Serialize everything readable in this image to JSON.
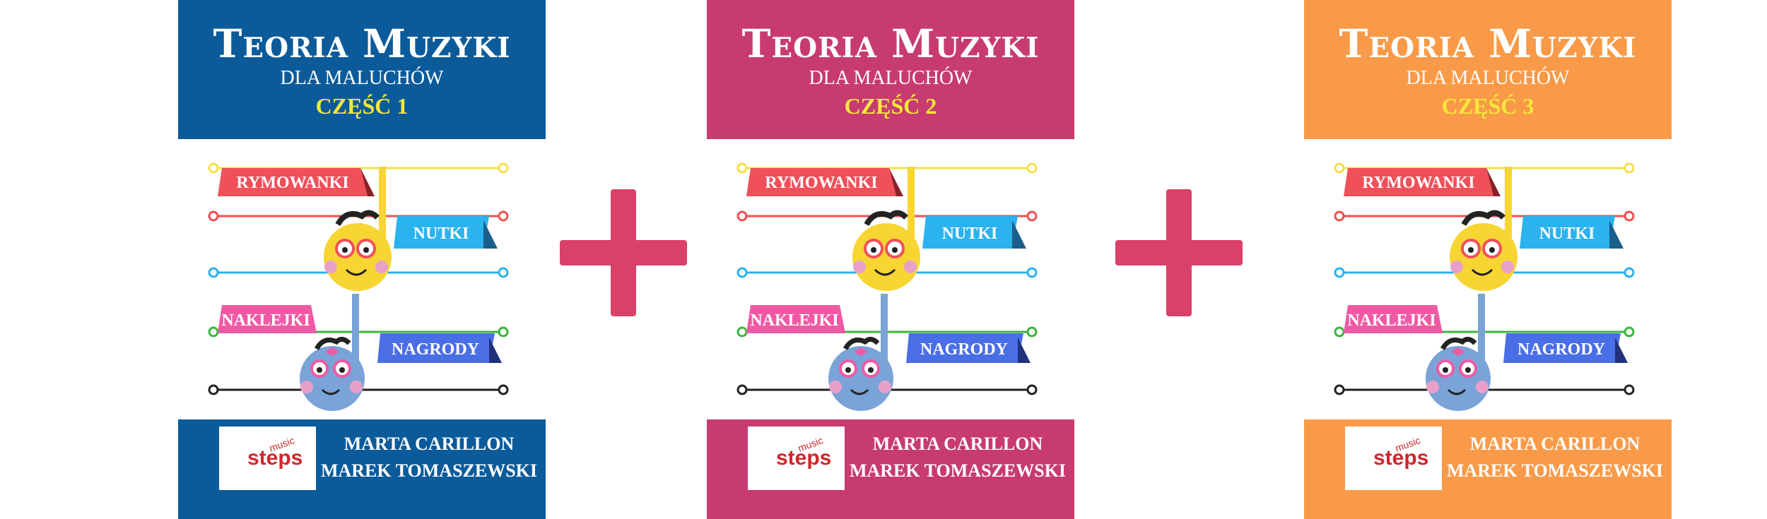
{
  "books": [
    {
      "title": "Teoria Muzyki",
      "subtitle": "DLA MALUCHÓW",
      "part": "CZĘŚĆ 1",
      "color": "#0b5b9a",
      "labels": [
        "RYMOWANKI",
        "NUTKI",
        "NAKLEJKI",
        "NAGRODY"
      ],
      "logo": {
        "line1": "music",
        "line2": "steps"
      },
      "authors": [
        "MARTA CARILLON",
        "MAREK TOMASZEWSKI"
      ]
    },
    {
      "title": "Teoria Muzyki",
      "subtitle": "DLA MALUCHÓW",
      "part": "CZĘŚĆ 2",
      "color": "#c73b70",
      "labels": [
        "RYMOWANKI",
        "NUTKI",
        "NAKLEJKI",
        "NAGRODY"
      ],
      "logo": {
        "line1": "music",
        "line2": "steps"
      },
      "authors": [
        "MARTA CARILLON",
        "MAREK TOMASZEWSKI"
      ]
    },
    {
      "title": "Teoria Muzyki",
      "subtitle": "DLA MALUCHÓW",
      "part": "CZĘŚĆ 3",
      "color": "#f99a48",
      "labels": [
        "RYMOWANKI",
        "NUTKI",
        "NAKLEJKI",
        "NAGRODY"
      ],
      "logo": {
        "line1": "music",
        "line2": "steps"
      },
      "authors": [
        "MARTA CARILLON",
        "MAREK TOMASZEWSKI"
      ]
    }
  ],
  "colors": {
    "part_text": "#f6e83a",
    "plus": "#d94168",
    "label_red": "#f0505a",
    "label_cyan": "#2ab3ef",
    "label_pink": "#f05aa5",
    "label_blue": "#4a6ee6",
    "line_yellow": "#f4e04a",
    "line_red": "#f05050",
    "line_cyan": "#2ab3ef",
    "line_green": "#3cb53c",
    "line_black": "#222222",
    "note_yellow": "#f7d533",
    "note_blue": "#7aa3d8"
  }
}
